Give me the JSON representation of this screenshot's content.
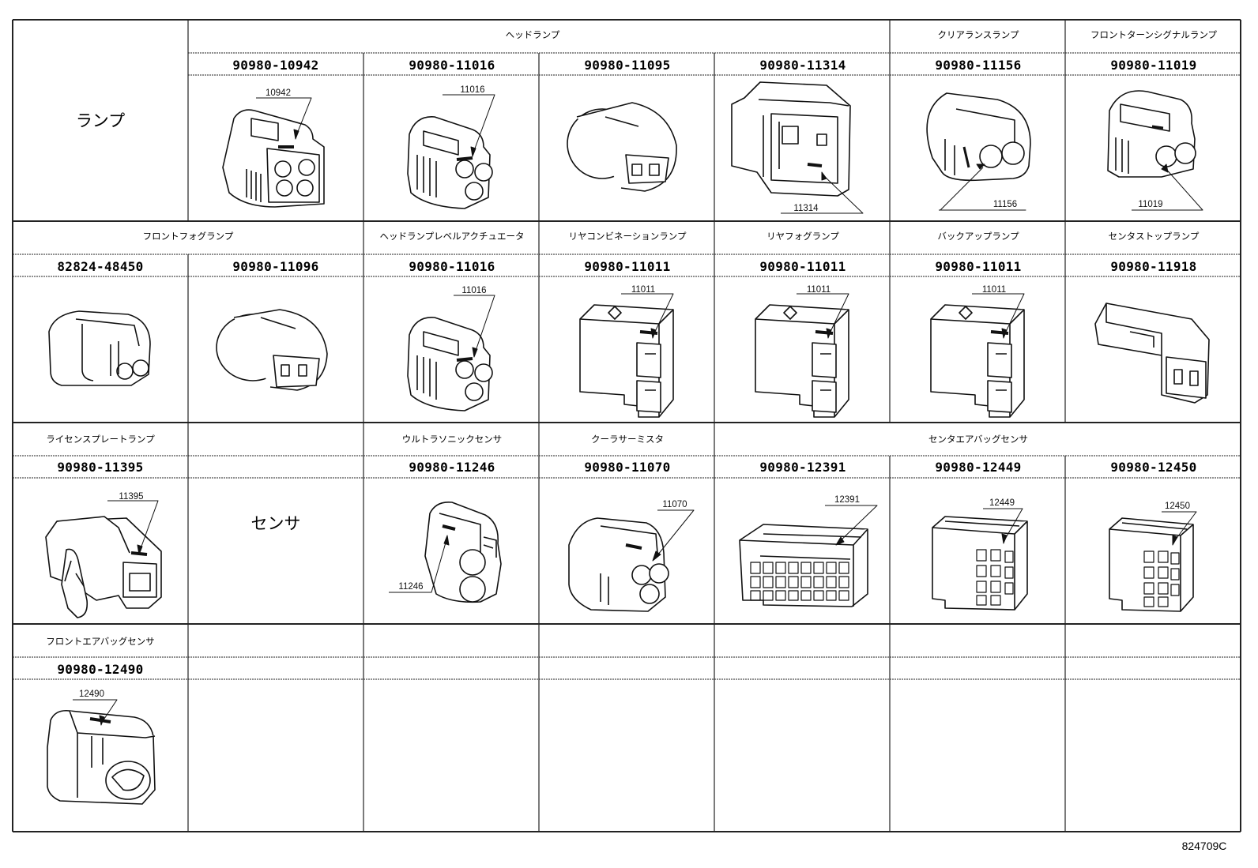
{
  "rows": [
    {
      "headers": [
        {
          "label": "ヘッドランプ",
          "colspan": 4
        },
        {
          "label": "クリアランスランプ",
          "colspan": 1
        },
        {
          "label": "フロントターンシグナルランプ",
          "colspan": 1
        }
      ],
      "group_label": "ランプ",
      "cells": [
        {
          "part": "90980-10942",
          "callout": "10942",
          "icon": "connector-4-pin-icon"
        },
        {
          "part": "90980-11016",
          "callout": "11016",
          "icon": "connector-3-pin-icon"
        },
        {
          "part": "90980-11095",
          "callout": "",
          "icon": "connector-flat-2-pin-icon"
        },
        {
          "part": "90980-11314",
          "callout": "11314",
          "icon": "connector-box-icon"
        },
        {
          "part": "90980-11156",
          "callout": "11156",
          "icon": "connector-2-pin-icon"
        },
        {
          "part": "90980-11019",
          "callout": "11019",
          "icon": "connector-2-pin-icon"
        }
      ]
    },
    {
      "headers": [
        {
          "label": "フロントフォグランプ",
          "colspan": 2
        },
        {
          "label": "ヘッドランプレベルアクチュエータ",
          "colspan": 1
        },
        {
          "label": "リヤコンビネーションランプ",
          "colspan": 1
        },
        {
          "label": "リヤフォグランプ",
          "colspan": 1
        },
        {
          "label": "バックアップランプ",
          "colspan": 1
        },
        {
          "label": "センタストップランプ",
          "colspan": 1
        }
      ],
      "cells": [
        {
          "part": "82824-48450",
          "callout": "",
          "icon": "connector-2-pin-icon"
        },
        {
          "part": "90980-11096",
          "callout": "",
          "icon": "connector-flat-2-pin-icon"
        },
        {
          "part": "90980-11016",
          "callout": "11016",
          "icon": "connector-3-pin-icon"
        },
        {
          "part": "90980-11011",
          "callout": "11011",
          "icon": "connector-square-2-pin-icon"
        },
        {
          "part": "90980-11011",
          "callout": "11011",
          "icon": "connector-square-2-pin-icon"
        },
        {
          "part": "90980-11011",
          "callout": "11011",
          "icon": "connector-square-2-pin-icon"
        },
        {
          "part": "90980-11918",
          "callout": "",
          "icon": "connector-long-2-pin-icon"
        }
      ]
    },
    {
      "headers": [
        {
          "label": "ライセンスプレートランプ",
          "colspan": 1
        },
        {
          "label": "ウルトラソニックセンサ",
          "colspan": 1
        },
        {
          "label": "クーラサーミスタ",
          "colspan": 1
        },
        {
          "label": "センタエアバッグセンサ",
          "colspan": 3
        }
      ],
      "group_label": "センサ",
      "cells": [
        {
          "part": "90980-11395",
          "callout": "11395",
          "icon": "connector-clip-2-pin-icon"
        },
        {
          "part": "90980-11246",
          "callout": "11246",
          "icon": "connector-2-pin-icon"
        },
        {
          "part": "90980-11070",
          "callout": "11070",
          "icon": "connector-3-pin-icon"
        },
        {
          "part": "90980-12391",
          "callout": "12391",
          "icon": "connector-multi-pin-icon"
        },
        {
          "part": "90980-12449",
          "callout": "12449",
          "icon": "connector-multi-pin-icon"
        },
        {
          "part": "90980-12450",
          "callout": "12450",
          "icon": "connector-multi-pin-icon"
        }
      ]
    },
    {
      "headers": [
        {
          "label": "フロントエアバッグセンサ",
          "colspan": 1
        }
      ],
      "cells": [
        {
          "part": "90980-12490",
          "callout": "12490",
          "icon": "connector-airbag-icon"
        }
      ]
    }
  ],
  "reference_code": "824709C"
}
